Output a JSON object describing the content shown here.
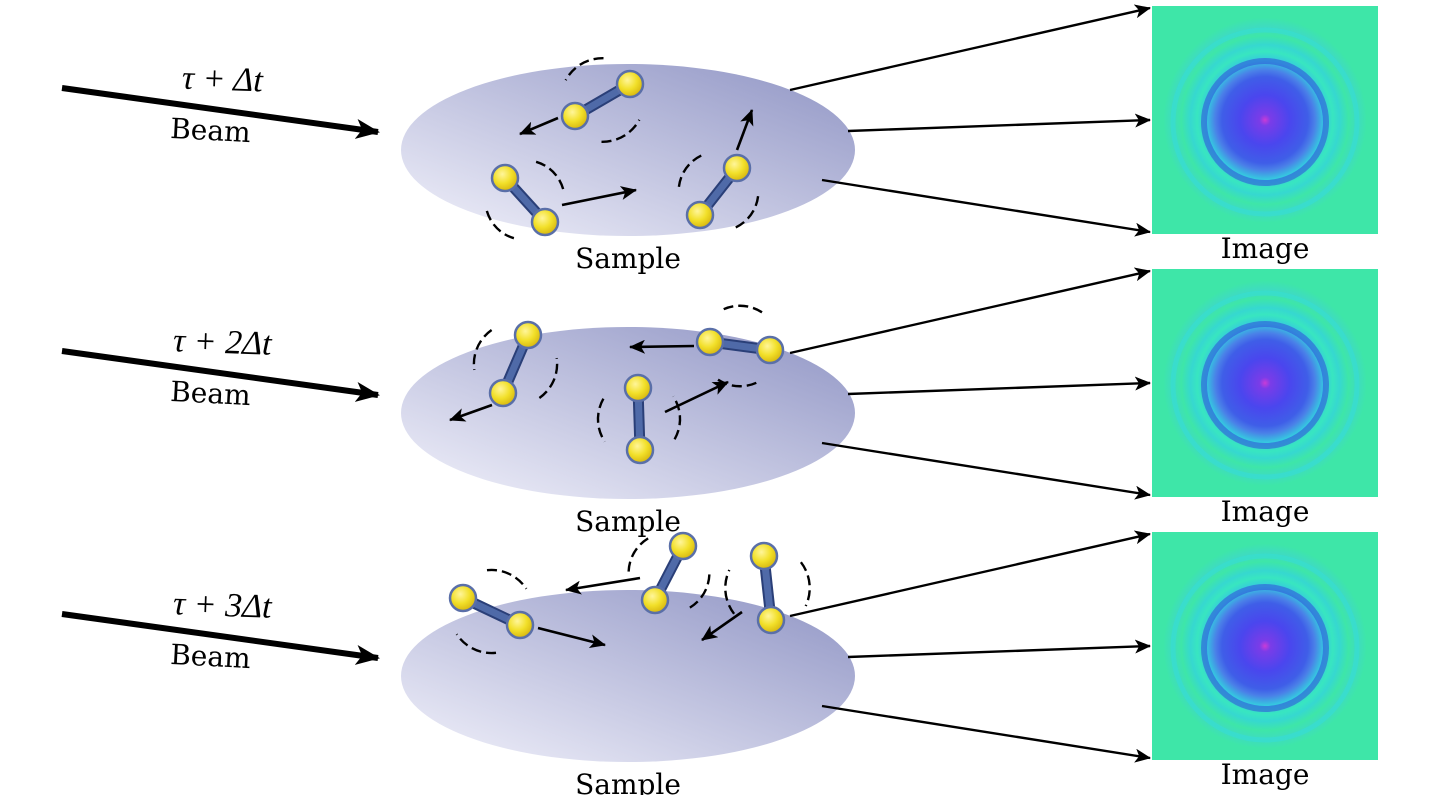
{
  "rows": [
    {
      "time_label": "τ + Δt",
      "beam_label": "Beam",
      "sample_label": "Sample",
      "image_label": "Image",
      "molecules": [
        {
          "a": [
            575,
            116
          ],
          "b": [
            630,
            84
          ],
          "move": [
            [
              558,
              118
            ],
            [
              520,
              134
            ]
          ],
          "spin": "ccw"
        },
        {
          "a": [
            505,
            178
          ],
          "b": [
            545,
            222
          ],
          "move": [
            [
              562,
              205
            ],
            [
              636,
              190
            ]
          ],
          "spin": "cw"
        },
        {
          "a": [
            700,
            215
          ],
          "b": [
            737,
            168
          ],
          "move": [
            [
              737,
              150
            ],
            [
              752,
              110
            ]
          ],
          "spin": "cw"
        }
      ]
    },
    {
      "time_label": "τ + 2Δt",
      "beam_label": "Beam",
      "sample_label": "Sample",
      "image_label": "Image",
      "molecules": [
        {
          "a": [
            503,
            393
          ],
          "b": [
            528,
            335
          ],
          "move": [
            [
              492,
              405
            ],
            [
              450,
              420
            ]
          ],
          "spin": "ccw"
        },
        {
          "a": [
            710,
            342
          ],
          "b": [
            770,
            350
          ],
          "move": [
            [
              694,
              346
            ],
            [
              630,
              347
            ]
          ],
          "spin": "cw"
        },
        {
          "a": [
            638,
            388
          ],
          "b": [
            640,
            450
          ],
          "move": [
            [
              665,
              412
            ],
            [
              728,
              382
            ]
          ],
          "spin": "ccw"
        }
      ]
    },
    {
      "time_label": "τ + 3Δt",
      "beam_label": "Beam",
      "sample_label": "Sample",
      "image_label": "Image",
      "molecules": [
        {
          "a": [
            463,
            598
          ],
          "b": [
            520,
            625
          ],
          "move": [
            [
              538,
              628
            ],
            [
              605,
              645
            ]
          ],
          "spin": "cw"
        },
        {
          "a": [
            655,
            600
          ],
          "b": [
            683,
            546
          ],
          "move": [
            [
              640,
              578
            ],
            [
              566,
              590
            ]
          ],
          "spin": "ccw"
        },
        {
          "a": [
            764,
            556
          ],
          "b": [
            771,
            620
          ],
          "move": [
            [
              742,
              612
            ],
            [
              702,
              640
            ]
          ],
          "spin": "cw"
        }
      ]
    }
  ],
  "colors": {
    "atom_fill": "#f2e02a",
    "atom_stroke": "#5a6fa8",
    "bond": "#4f6aa8",
    "sample_dark": "#8f94c4",
    "sample_light": "#f2f2fb",
    "detector_bg": "#3ee6a8",
    "ring_cyan": "#35dcd8",
    "ring_blue": "#3f5ee8",
    "core_violet": "#6a3ee8"
  }
}
